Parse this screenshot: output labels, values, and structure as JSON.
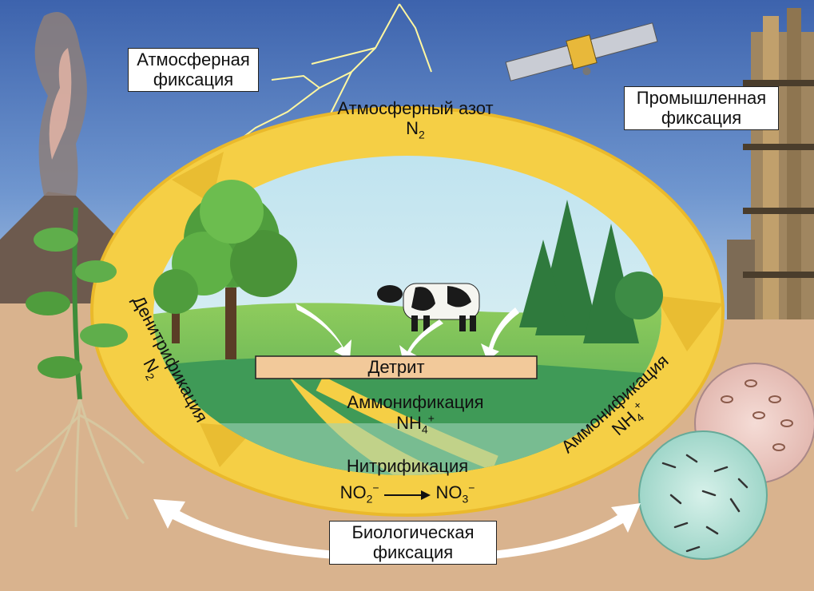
{
  "labels": {
    "atmospheric_fixation": [
      "Атмосферная",
      "фиксация"
    ],
    "industrial_fixation": [
      "Промышленная",
      "фиксация"
    ],
    "atmospheric_nitrogen": "Атмосферный азот",
    "n2_top": {
      "base": "N",
      "sub": "2"
    },
    "denitrification": "Денитрификация",
    "n2_left": {
      "base": "N",
      "sub": "2"
    },
    "detritus": "Детрит",
    "ammonification_center": "Аммонификация",
    "nh4_center": {
      "base": "NH",
      "sub": "4",
      "sup": "+"
    },
    "ammonification_right": "Аммонификация",
    "nh4_right": {
      "base": "NH",
      "sub": "4",
      "sup": "+"
    },
    "nitrification": "Нитрификация",
    "no2": {
      "base": "NO",
      "sub": "2",
      "sup": "−"
    },
    "no3": {
      "base": "NO",
      "sub": "3",
      "sup": "−"
    },
    "biological_fixation": [
      "Биологическая",
      "фиксация"
    ]
  },
  "colors": {
    "sky": "#4a73b8",
    "cycle_ring": "#f6d24a",
    "soil": "#d9b38e",
    "meadow": "#6fb84f",
    "detritus_box": "#f2c99a"
  },
  "icons": [
    "volcano-icon",
    "lightning-icon",
    "satellite-icon",
    "factory-icon",
    "tree-icon",
    "fir-trees-icon",
    "cow-icon",
    "pea-plant-icon",
    "bacteria-icon"
  ]
}
